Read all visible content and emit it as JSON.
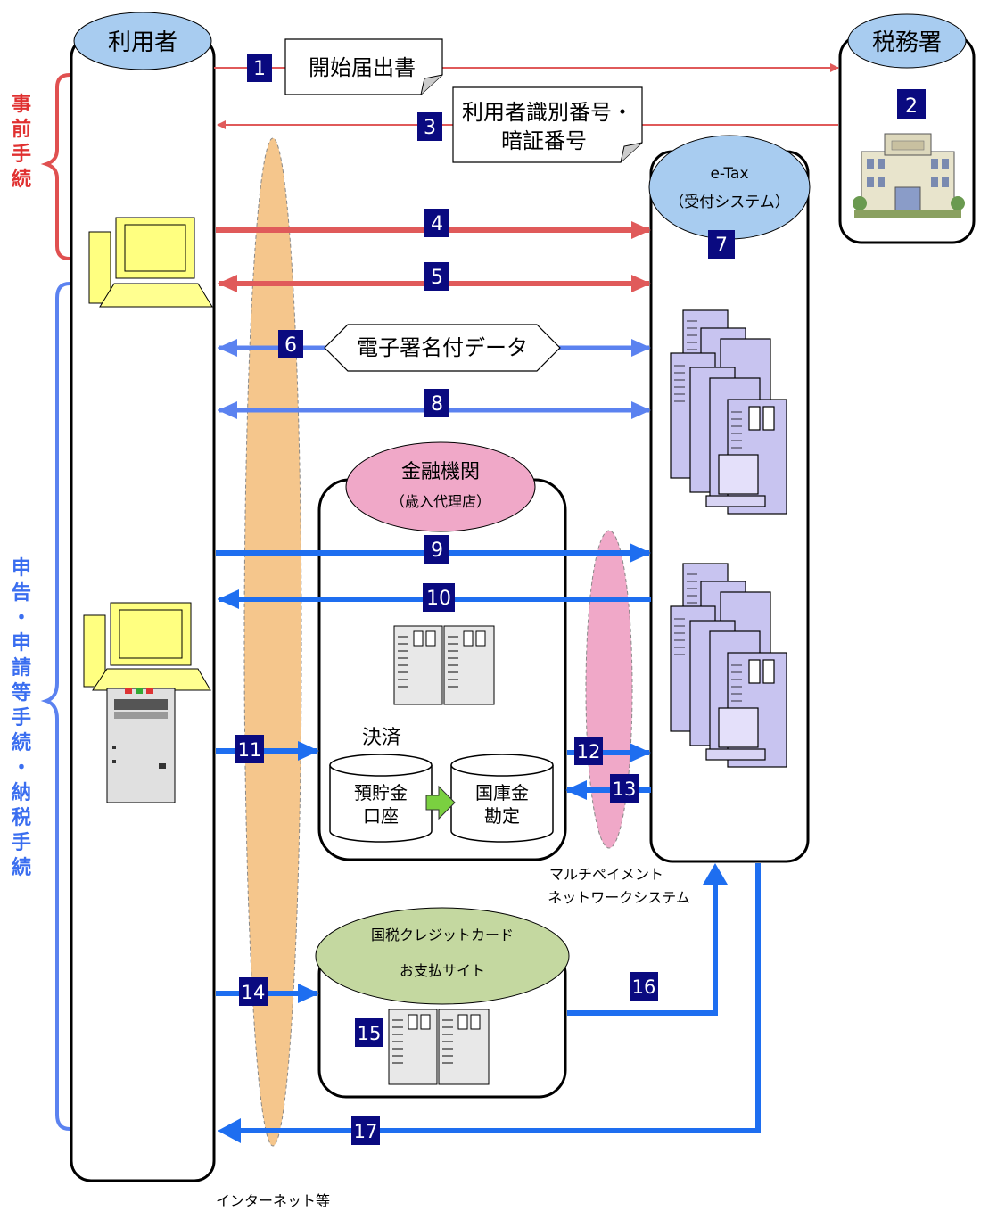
{
  "actors": {
    "user": "利用者",
    "tax_office": "税務署",
    "etax_line1": "e-Tax",
    "etax_line2": "（受付システム）",
    "bank_line1": "金融機関",
    "bank_line2": "（歳入代理店）",
    "credit_line1": "国税クレジットカード",
    "credit_line2": "お支払サイト"
  },
  "side_labels": {
    "pre_procedure": [
      "事",
      "前",
      "手",
      "続"
    ],
    "filing_payment": [
      "申",
      "告",
      "・",
      "申",
      "請",
      "等",
      "手",
      "続",
      "・",
      "納",
      "税",
      "手",
      "続"
    ]
  },
  "documents": {
    "start_notice": "開始届出書",
    "id_password_line1": "利用者識別番号・",
    "id_password_line2": "暗証番号",
    "signed_data": "電子署名付データ"
  },
  "settlement": {
    "title": "決済",
    "deposit_line1": "預貯金",
    "deposit_line2": "口座",
    "treasury_line1": "国庫金",
    "treasury_line2": "勘定"
  },
  "networks": {
    "internet": "インターネット等",
    "multipayment_line1": "マルチペイメント",
    "multipayment_line2": "ネットワークシステム"
  },
  "steps": [
    "1",
    "2",
    "3",
    "4",
    "5",
    "6",
    "7",
    "8",
    "9",
    "10",
    "11",
    "12",
    "13",
    "14",
    "15",
    "16",
    "17"
  ],
  "colors": {
    "red_arrow": "#e05a5a",
    "blue_arrow": "#5b82f0",
    "bright_blue": "#1e6ef0",
    "step_badge": "#0a0a80",
    "oval_blue": "#a8ccf0",
    "oval_pink": "#f0a8c8",
    "oval_green": "#c4d8a0",
    "internet_band": "#f5c68c",
    "bracket_red": "#e05050",
    "bracket_blue": "#5b82f0",
    "label_red": "#e03030",
    "label_blue": "#3a6ef0"
  }
}
